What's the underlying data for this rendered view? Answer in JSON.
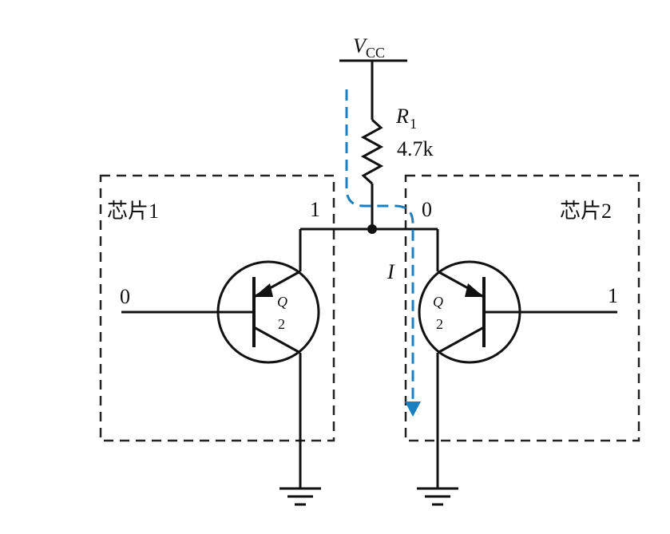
{
  "supply": {
    "symbol": "V",
    "subscript": "CC"
  },
  "resistor": {
    "symbol": "R",
    "subscript": "1",
    "value": "4.7k"
  },
  "chip1": {
    "label": "芯片1",
    "output_state": "1",
    "input_state": "0",
    "transistor_symbol": "Q",
    "transistor_number": "2"
  },
  "chip2": {
    "label": "芯片2",
    "output_state": "0",
    "input_state": "1",
    "transistor_symbol": "Q",
    "transistor_number": "2"
  },
  "current": {
    "label": "I",
    "color": "#1a7fc1"
  },
  "colors": {
    "wire": "#111111",
    "dashed_box": "#222222",
    "current_path": "#1a7fc1"
  }
}
